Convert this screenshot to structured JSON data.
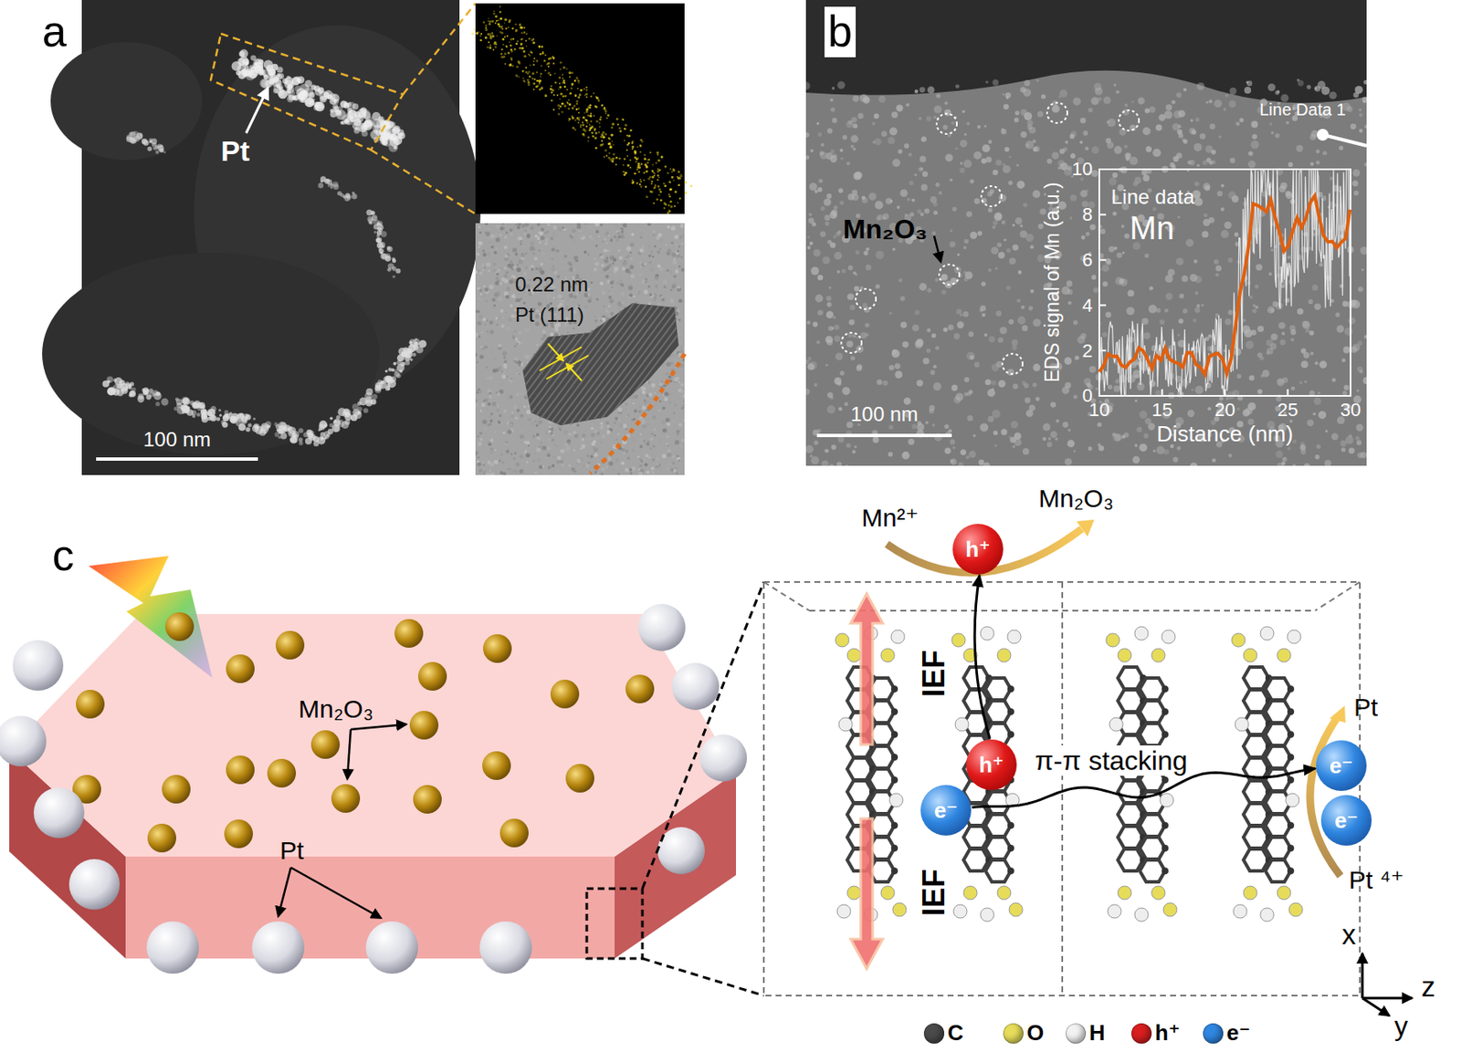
{
  "diagram": {
    "nodes": [
      {
        "text": [
          "h⁺"
        ]
      },
      {
        "text": [
          "h⁺"
        ]
      },
      {
        "text": [
          "e⁻"
        ]
      },
      {
        "text": [
          "e⁻"
        ]
      },
      {
        "text": [
          "e⁻"
        ]
      }
    ],
    "edges": [
      {
        "from": 1,
        "to": 0,
        "arrow": "to"
      },
      {
        "from": 2,
        "to": 3,
        "label": "π-π stacking",
        "arrow": "to"
      }
    ],
    "labels": [
      "a",
      "Pt",
      "100 nm",
      "0.22 nm",
      "Pt (111)",
      "b",
      "Mn₂O₃",
      "Line Data 1",
      "Line data",
      "Mn",
      "EDS signal of Mn (a.u.)",
      "0",
      "2",
      "4",
      "6",
      "8",
      "10",
      "10",
      "15",
      "20",
      "25",
      "30",
      "Distance (nm)",
      "100 nm",
      "c",
      "Mn₂O₃",
      "Pt",
      "IEF",
      "IEF",
      "Mn²⁺",
      "Mn₂O₃",
      "Pt",
      "Pt ⁴⁺",
      "x",
      "z",
      "y"
    ],
    "legend": [
      {
        "text": "C",
        "color": "#4a4a4a"
      },
      {
        "text": "O",
        "color": "#e6dc5a"
      },
      {
        "text": "H",
        "color": "#f2f2f2"
      },
      {
        "text": "h⁺",
        "color": "#d81e1e"
      },
      {
        "text": "e⁻",
        "color": "#2f86e0"
      }
    ]
  }
}
